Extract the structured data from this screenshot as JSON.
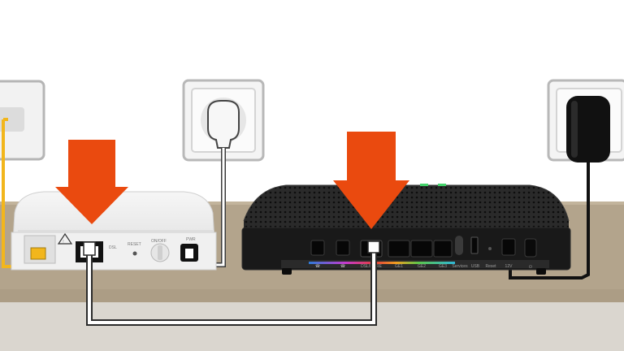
{
  "scene": {
    "colors": {
      "arrow": "#ea4a0f",
      "cable_yellow": "#f2b61c",
      "cable_white": "#ffffff",
      "cable_black": "#111111",
      "desk": "#b3a48c",
      "wall": "#ffffff"
    },
    "modem_ports": {
      "dsl": "DSL",
      "reset": "RESET",
      "onoff": "ON/OFF",
      "pwr": "PWR"
    },
    "router_ports": {
      "dsl": "DSL/FIBRE",
      "ge1": "GE1",
      "ge2": "GE2",
      "ge3": "GE3",
      "services": "Services",
      "usb": "USB",
      "reset": "Reset",
      "dc": "12V",
      "power_icon": "⏻"
    },
    "icons": [
      "warning-icon",
      "usb-icon",
      "power-icon",
      "phone-icon"
    ]
  }
}
